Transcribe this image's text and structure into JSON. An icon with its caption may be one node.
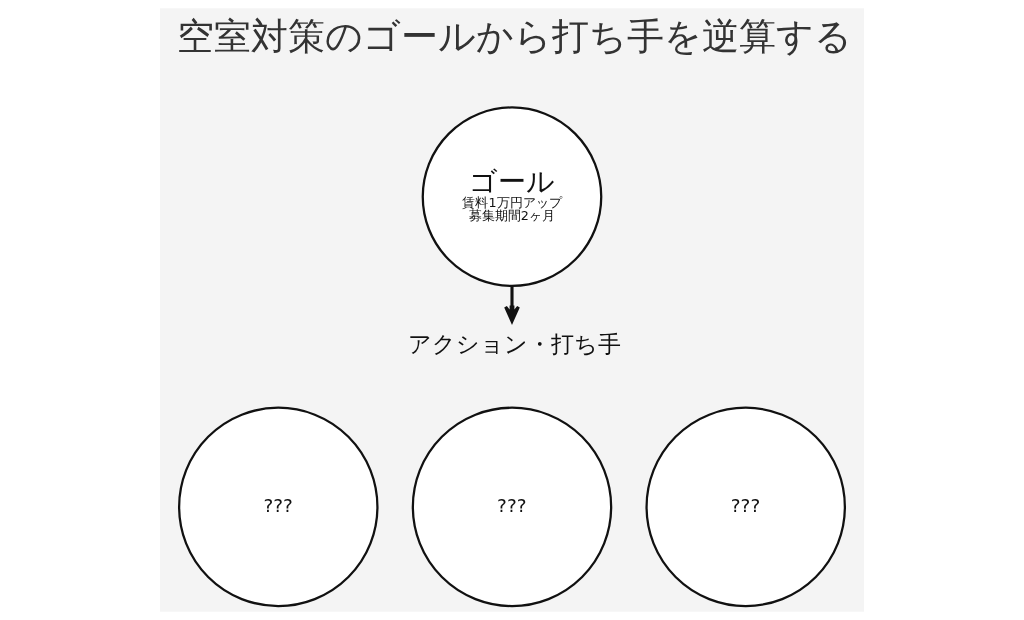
{
  "diagram": {
    "title": "空室対策のゴールから打ち手を逆算する",
    "nodes": [
      {
        "text": [
          "ゴール",
          "賃料1万円アップ",
          "募集期間2ヶ月"
        ]
      },
      {
        "text": [
          "アクション・打ち手"
        ]
      },
      {
        "text": [
          "???"
        ]
      },
      {
        "text": [
          "???"
        ]
      },
      {
        "text": [
          "???"
        ]
      }
    ],
    "edges": [
      {
        "from": 0,
        "to": 1,
        "arrow": "to"
      }
    ]
  }
}
